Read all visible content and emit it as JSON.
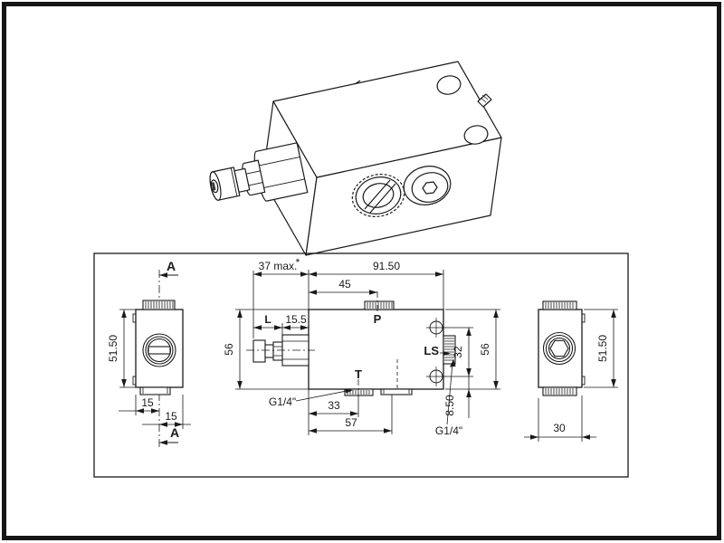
{
  "colors": {
    "line": "#1a1a1a",
    "bg": "#ffffff"
  },
  "section": {
    "top": "A",
    "bottom": "A"
  },
  "ports": {
    "p": "P",
    "t": "T",
    "ls": "LS"
  },
  "threads": {
    "t": "G1/4\"",
    "ls": "G1/4\""
  },
  "dims": {
    "adjust_max": "37 max.",
    "adjust_max_note": "*",
    "total_length": "91.50",
    "p_offset": "45",
    "l_var": "L",
    "nut_width": "15.5",
    "height_left": "56",
    "height_right": "56",
    "hole_spacing": "32",
    "hole_bottom": "8.50",
    "t_offset": "33",
    "boss_offset": "57",
    "side_height_left": "51.50",
    "side_height_right": "51.50",
    "half_width_a": "15",
    "half_width_b": "15",
    "depth": "30"
  }
}
